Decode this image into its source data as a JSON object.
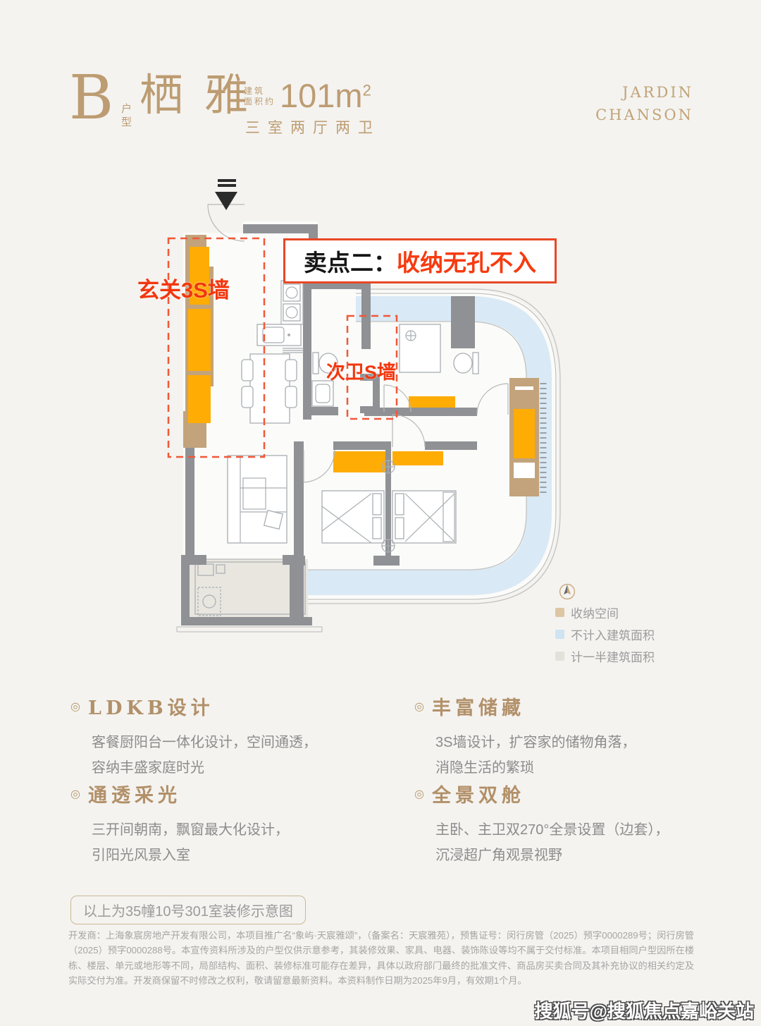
{
  "header": {
    "type_letter": "B",
    "type_label_top": "户",
    "type_label_bottom": "型",
    "name": "栖雅",
    "area_note_top": "建筑",
    "area_note_bottom": "面积约",
    "area_value": "101m",
    "area_exp": "2",
    "layout_spec": "三室两厅两卫",
    "brand_line1": "JARDIN",
    "brand_line2": "CHANSON"
  },
  "plan": {
    "banner_prefix": "卖点二：",
    "banner_highlight": "收纳无孔不入",
    "label_entry": "玄关3S墙",
    "label_bath": "次卫S墙",
    "colors": {
      "storage_orange": "#ffac05",
      "wall_gray": "#8f9195",
      "wall_tan": "#c2a37b",
      "window_blue": "#d9e9f5",
      "balcony_gray": "#e8e6df",
      "highlight_red": "#f2370e"
    }
  },
  "legend": {
    "items": [
      {
        "label": "收纳空间",
        "color": "#dcc6a4"
      },
      {
        "label": "不计入建筑面积",
        "color": "#cfe3f1"
      },
      {
        "label": "计一半建筑面积",
        "color": "#e3e1d9"
      }
    ]
  },
  "features": [
    {
      "title": "LDKB设计",
      "lines": [
        "客餐厨阳台一体化设计，空间通透，",
        "容纳丰盛家庭时光"
      ]
    },
    {
      "title": "丰富储藏",
      "lines": [
        "3S墙设计，扩容家的储物角落，",
        "消隐生活的繁琐"
      ]
    },
    {
      "title": "通透采光",
      "lines": [
        "三开间朝南，飘窗最大化设计，",
        "引阳光风景入室"
      ]
    },
    {
      "title": "全景双舱",
      "lines": [
        "主卧、主卫双270°全景设置（边套），",
        "沉浸超广角观景视野"
      ]
    }
  ],
  "caption": "以上为35幢10号301室装修示意图",
  "disclaimer": "开发商：上海象宸房地产开发有限公司，本项目推广名“象屿·天宸雅颂”，（备案名：天宸雅苑），预售证号：闵行房管（2025）预字0000289号；闵行房管（2025）预字0000288号。本宣传资料所涉及的户型仅供示意参考，其装修效果、家具、电器、装饰陈设等均不属于交付标准。本项目相同户型因所在楼栋、楼层、单元或地形等不同，局部结构、面积、装修标准可能存在差异，具体以政府部门最终的批准文件、商品房买卖合同及其补充协议的相关约定及实际交付为准。开发商保留不时修改之权利，敬请留意最新资料。本资料制作日期为2025年9月，有效期1个月。",
  "watermark": "搜狐号@搜狐焦点嘉峪关站"
}
